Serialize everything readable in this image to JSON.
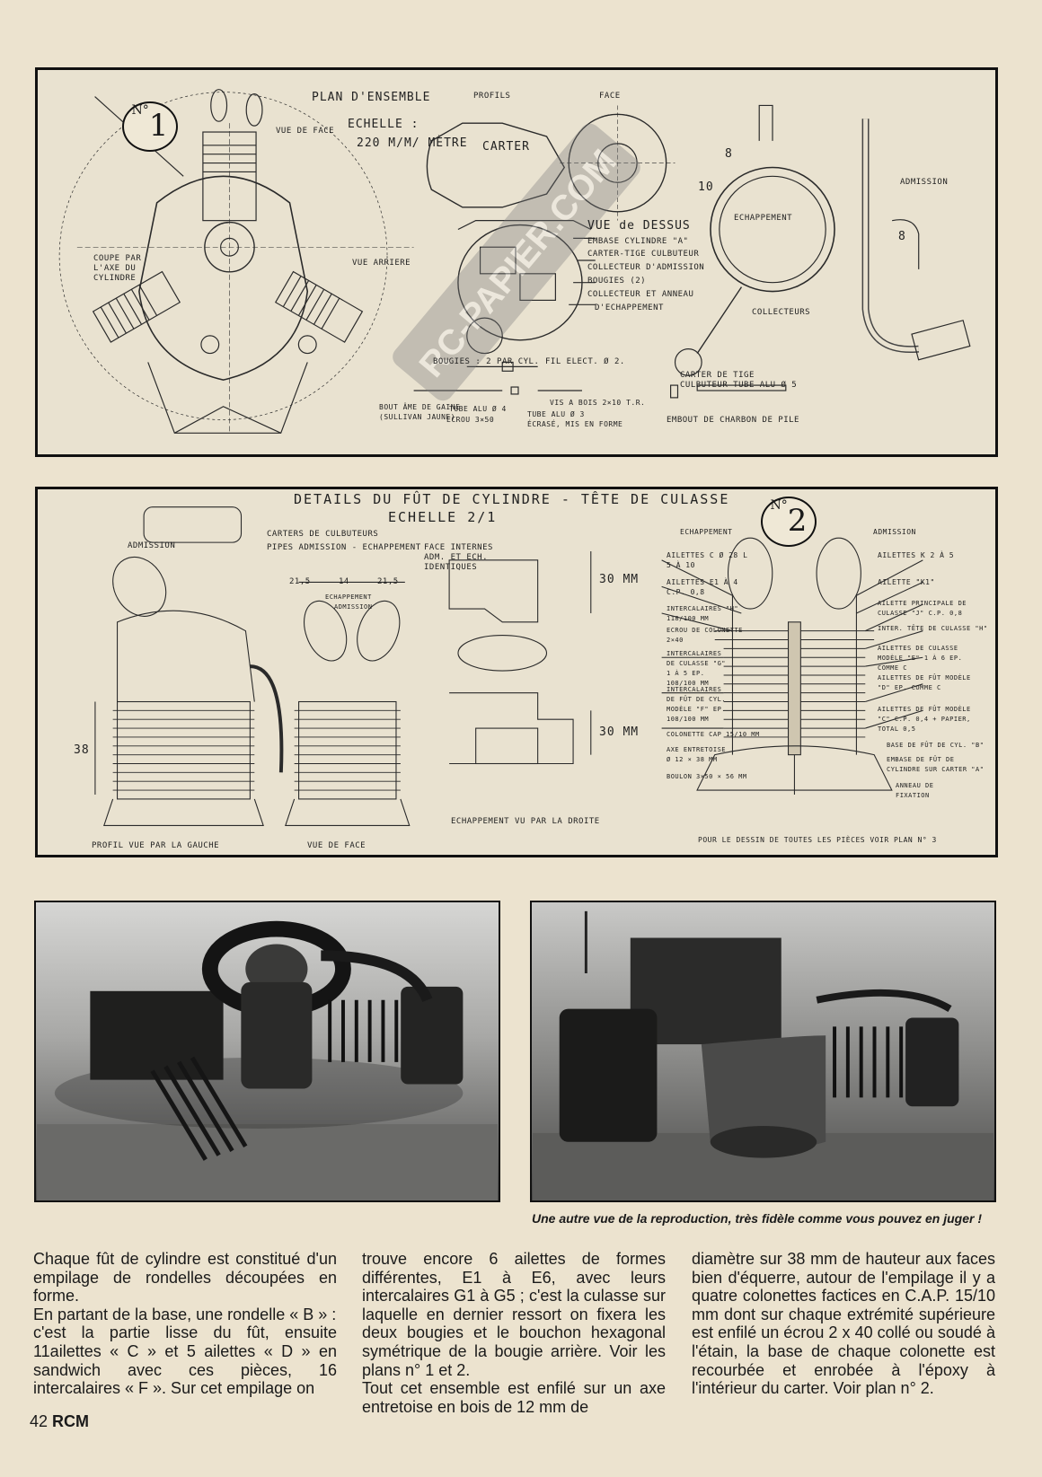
{
  "plan1": {
    "number_label": "N°",
    "number": "1",
    "title": "PLAN D'ENSEMBLE",
    "scale_label": "ECHELLE :",
    "scale_value": "220 m/m/ mètre",
    "labels": {
      "vue_de_face": "VUE DE FACE",
      "coupe": "COUPE PAR L'AXE DU CYLINDRE",
      "vue_arriere": "VUE ARRIERE",
      "profils": "PROFILS",
      "face": "FACE",
      "carter": "CARTER",
      "vue_dessus": "VUE de DESSUS",
      "embase": "EMBASE CYLINDRE \"A\"",
      "carter_tige": "CARTER-TIGE CULBUTEUR",
      "collecteur_adm": "COLLECTEUR d'ADMISSION",
      "bougies": "BOUGIES (2)",
      "collecteur_anneau": "COLLECTEUR et ANNEAU",
      "echappement_txt": "d'ECHAPPEMENT",
      "echappement": "ECHAPPEMENT",
      "collecteurs": "COLLECTEURS",
      "admission": "ADMISSION",
      "n8a": "8",
      "n10": "10",
      "n8b": "8",
      "bougies_par_cyl": "BOUGIES : 2 PAR CYL.",
      "fil_elect": "FIL ELECT. Ø 2.",
      "bout_ame": "BOUT ÂME DE GAINE (SULLIVAN JAUNE)",
      "tube_alu4": "TUBE ALU Ø 4",
      "ecrou": "ECROU 3×50",
      "vis_bois": "VIS A BOIS 2×10 T.R.",
      "tube_alu3": "TUBE ALU Ø 3",
      "ecrase": "ÉCRASÉ, MIS EN FORME",
      "carter_tige_tube": "CARTER DE TIGE CULBUTEUR TUBE ALU Ø 5",
      "embout": "EMBOUT DE CHARBON DE PILE"
    }
  },
  "plan2": {
    "number_label": "N°",
    "number": "2",
    "title": "DETAILS du FÛT de CYLINDRE - TÊTE DE CULASSE",
    "scale": "ECHELLE 2/1",
    "labels": {
      "admission": "ADMISSION",
      "carters_culbuteurs": "CARTERS de CULBUTEURS",
      "pipes": "PIPES ADMISSION - ECHAPPEMENT",
      "face_internes": "FACE INTERNES ADM. et ECH. IDENTIQUES",
      "dim_215a": "21,5",
      "dim_14": "14",
      "dim_215b": "21,5",
      "echappement_small": "ECHAPPEMENT",
      "admission_small": "ADMISSION",
      "dim_30a": "30 mm",
      "dim_30b": "30 mm",
      "dim_38": "38",
      "profil_gauche": "PROFIL VUE PAR LA GAUCHE",
      "vue_de_face": "VUE DE FACE",
      "echappement_droite": "ECHAPPEMENT VU PAR LA DROITE",
      "echappement_hdr": "ECHAPPEMENT",
      "admission_hdr": "ADMISSION",
      "ailettes_c": "AILETTES C Ø 28 L 5 à 10",
      "ailettes_e": "AILETTES E1 à 4 C.P. 0,8",
      "intercalaires_h": "INTERCALAIRES \"H\" 118/100 mm",
      "ecrou_colonette": "ECROU DE COLONETTE 2×40",
      "intercalaires_g": "INTERCALAIRES DE CULASSE \"G\" 1 à 5 EP. 108/100 mm",
      "intercalaires_f": "INTERCALAIRES DE FÛT DE CYL. MODÈLE \"F\" EP. 108/100 mm",
      "colonette": "COLONETTE CAP 15/10 mm",
      "axe": "AXE ENTRETOISE Ø 12 × 38 mm",
      "boulon": "BOULON 3×50 × 56 mm",
      "ailettes_k": "AILETTES K 2 à 5",
      "ailette_k1": "AILETTE \"K1\"",
      "ailette_j": "AILETTE PRINCIPALE DE CULASSE \"J\" C.P. 0,8",
      "inter_tete": "INTER. TÊTE DE CULASSE \"H\"",
      "ailettes_culasse": "AILETTES DE CULASSE MODÈLE \"E\" 1 à 6 EP. COMME C",
      "ailettes_fut_d": "AILETTES DE FÛT MODÈLE \"D\" EP. COMME C",
      "ailettes_fut_c": "AILETTES DE FÛT MODÈLE \"C\" C.P. 0,4 + PAPIER, TOTAL 0,5",
      "base_fut": "BASE de FÛT de CYL. \"B\"",
      "embase_fut": "EMBASE DE FÛT DE CYLINDRE SUR CARTER \"A\"",
      "anneau": "ANNEAU DE FIXATION",
      "pour_dessin": "POUR LE DESSIN DE TOUTES LES PIÈCES VOIR PLAN N° 3"
    }
  },
  "watermark": "RC-PAPIER.COM",
  "caption": "Une autre vue de la reproduction, très fidèle comme vous pouvez en juger !",
  "columns": [
    [
      "Chaque fût de cylindre est constitué d'un empilage de rondelles découpées en forme.",
      "En partant de la base, une rondelle « B » :",
      "c'est la partie lisse du fût, ensuite 11ailettes « C » et 5 ailettes « D » en sandwich avec ces pièces, 16 intercalaires « F ». Sur cet empilage on"
    ],
    [
      "trouve encore 6 ailettes de formes différentes, E1 à E6, avec leurs intercalaires G1 à G5 ; c'est la culasse sur laquelle en dernier ressort on fixera les deux bougies et le bouchon hexagonal symétrique de la bougie arrière. Voir les plans n° 1 et 2.",
      "Tout cet ensemble est enfilé sur un axe entretoise en bois de 12 mm de"
    ],
    [
      "diamètre sur 38 mm de hauteur aux faces bien d'équerre, autour de l'empilage il y a quatre colonettes factices en C.A.P. 15/10 mm dont sur chaque extrémité supérieure est enfilé un écrou 2 x 40 collé ou soudé à l'étain, la base de chaque colonette est recourbée et enrobée à l'époxy à l'intérieur du carter. Voir plan n° 2."
    ]
  ],
  "footer": {
    "page": "42",
    "magazine": "RCM"
  }
}
